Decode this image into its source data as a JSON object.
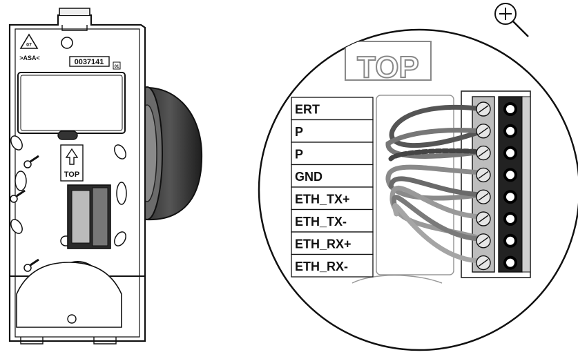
{
  "plate": {
    "recycle_number": "07",
    "material_code": ">ASA<",
    "part_number": "0037141",
    "part_suffix": "01",
    "top_label": "TOP"
  },
  "detail": {
    "top_marking": "TOP",
    "zoom_icon": "zoom-in-icon",
    "terminals": [
      "ERT",
      "P",
      "P",
      "GND",
      "ETH_TX+",
      "ETH_TX-",
      "ETH_RX+",
      "ETH_RX-"
    ]
  }
}
